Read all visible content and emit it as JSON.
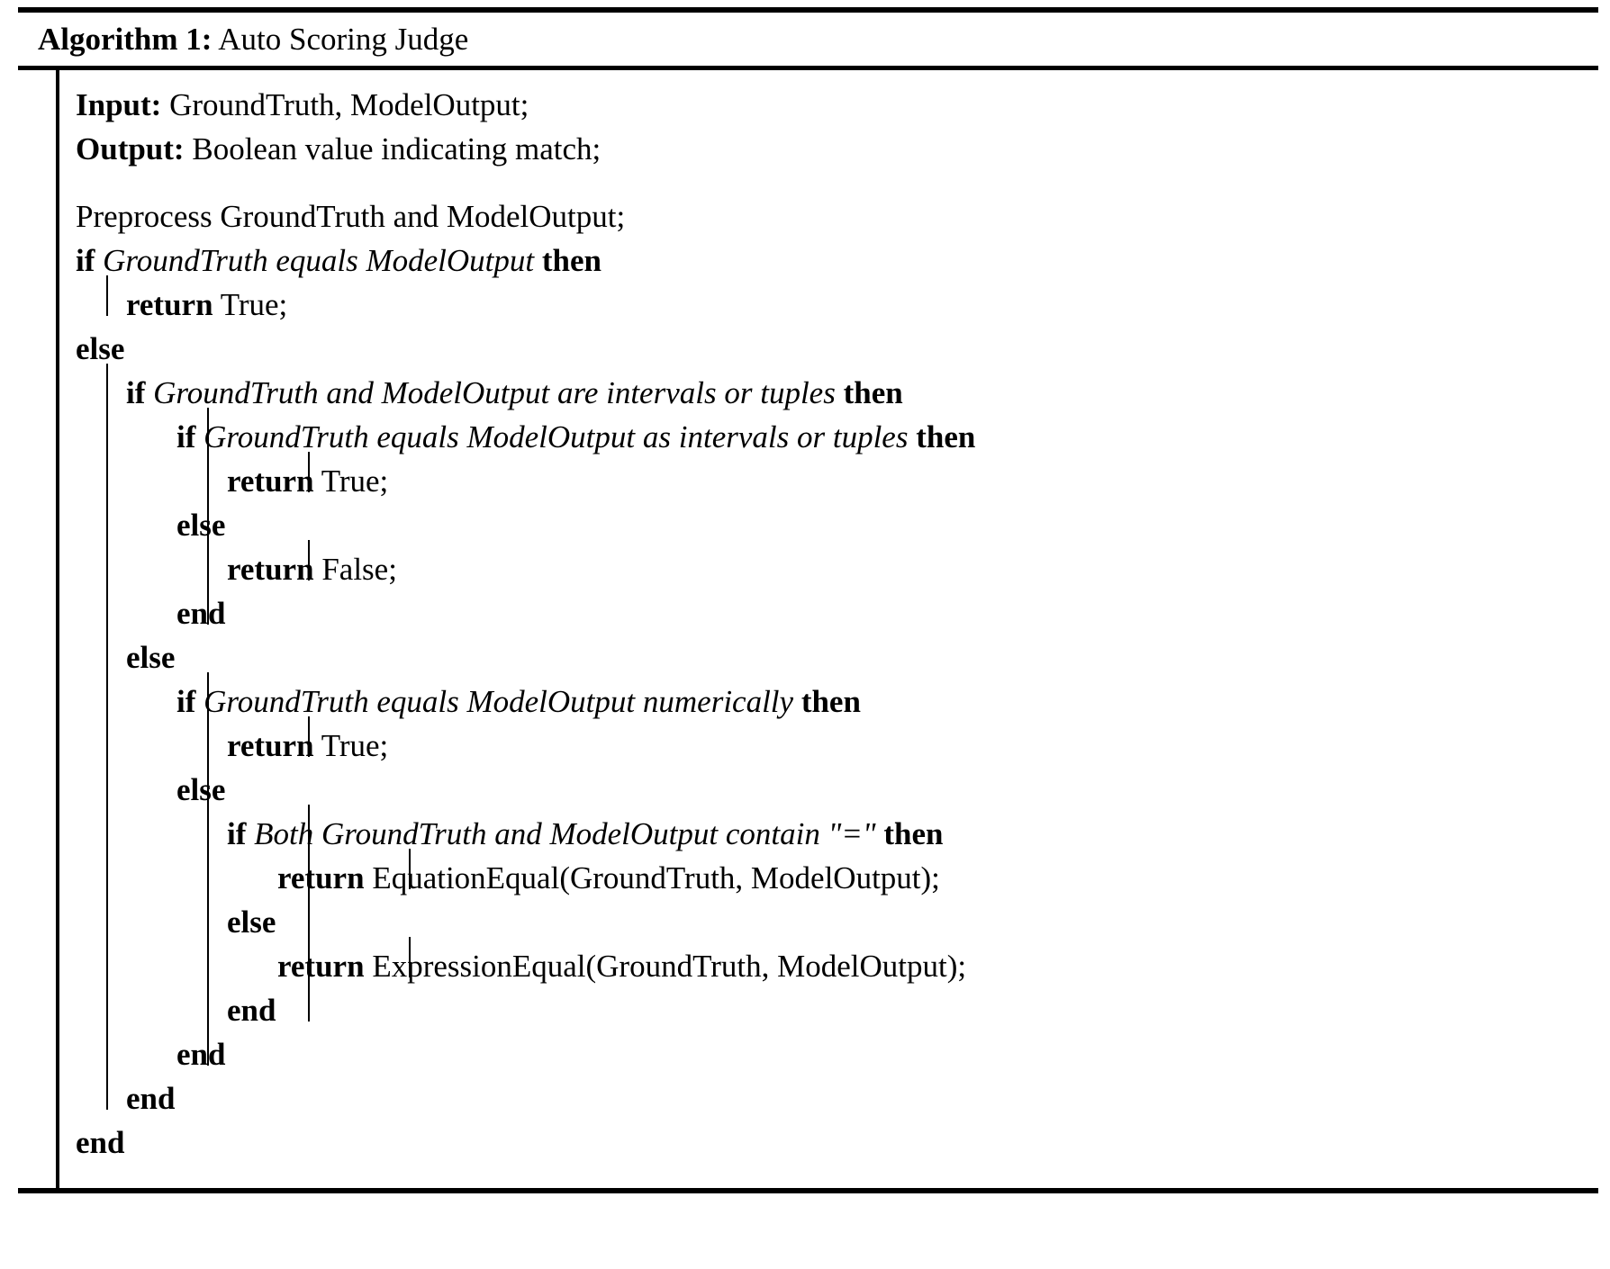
{
  "algorithm": {
    "caption_label": "Algorithm 1:",
    "caption_title": "Auto Scoring Judge",
    "io": {
      "input_label": "Input:",
      "input_value": "GroundTruth, ModelOutput;",
      "output_label": "Output:",
      "output_value": "Boolean value indicating match;"
    },
    "lines": [
      {
        "id": "l01",
        "indent": 0,
        "text": "Preprocess GroundTruth and ModelOutput;"
      },
      {
        "id": "l02",
        "indent": 0,
        "kw1": "if",
        "cond": "GroundTruth equals ModelOutput",
        "kw2": "then"
      },
      {
        "id": "l03",
        "indent": 1,
        "kw1": "return",
        "value": "True;"
      },
      {
        "id": "l04",
        "indent": 0,
        "kw1": "else"
      },
      {
        "id": "l05",
        "indent": 1,
        "kw1": "if",
        "cond": "GroundTruth and ModelOutput are intervals or tuples",
        "kw2": "then"
      },
      {
        "id": "l06",
        "indent": 2,
        "kw1": "if",
        "cond": "GroundTruth equals ModelOutput as intervals or tuples",
        "kw2": "then"
      },
      {
        "id": "l07",
        "indent": 3,
        "kw1": "return",
        "value": "True;"
      },
      {
        "id": "l08",
        "indent": 2,
        "kw1": "else"
      },
      {
        "id": "l09",
        "indent": 3,
        "kw1": "return",
        "value": "False;"
      },
      {
        "id": "l10",
        "indent": 2,
        "kw1": "end"
      },
      {
        "id": "l11",
        "indent": 1,
        "kw1": "else"
      },
      {
        "id": "l12",
        "indent": 2,
        "kw1": "if",
        "cond": "GroundTruth equals ModelOutput numerically",
        "kw2": "then"
      },
      {
        "id": "l13",
        "indent": 3,
        "kw1": "return",
        "value": "True;"
      },
      {
        "id": "l14",
        "indent": 2,
        "kw1": "else"
      },
      {
        "id": "l15",
        "indent": 3,
        "kw1": "if",
        "cond": "Both GroundTruth and ModelOutput contain \"=\"",
        "kw2": "then"
      },
      {
        "id": "l16",
        "indent": 4,
        "kw1": "return",
        "value": "EquationEqual(GroundTruth, ModelOutput);"
      },
      {
        "id": "l17",
        "indent": 3,
        "kw1": "else"
      },
      {
        "id": "l18",
        "indent": 4,
        "kw1": "return",
        "value": "ExpressionEqual(GroundTruth, ModelOutput);"
      },
      {
        "id": "l19",
        "indent": 3,
        "kw1": "end"
      },
      {
        "id": "l20",
        "indent": 2,
        "kw1": "end"
      },
      {
        "id": "l21",
        "indent": 1,
        "kw1": "end"
      },
      {
        "id": "l22",
        "indent": 0,
        "kw1": "end"
      }
    ]
  }
}
